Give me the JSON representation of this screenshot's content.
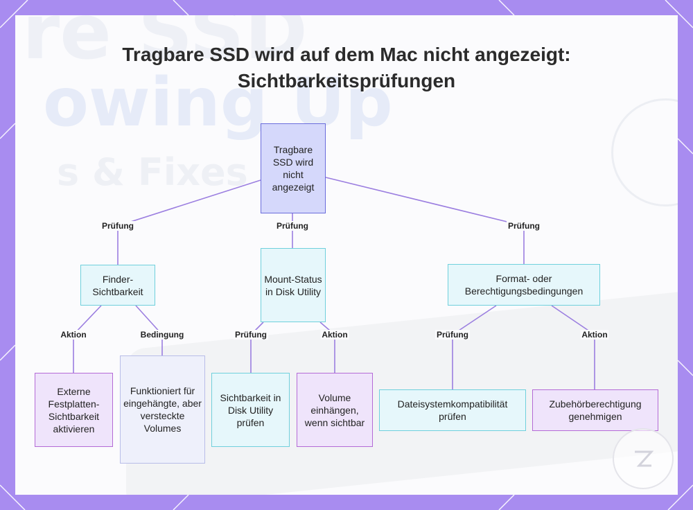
{
  "title": "Tragbare SSD wird auf dem Mac nicht angezeigt: Sichtbarkeitsprüfungen",
  "background_text": {
    "line1": "re SSD",
    "line2": "owing Up",
    "line3": "s & Fixes"
  },
  "colors": {
    "frame": "#a88cf0",
    "root_fill": "#d5d8fb",
    "check_fill": "#e6f7fb",
    "action_fill": "#efe4fb",
    "edge": "#9b7ee0"
  },
  "nodes": {
    "root": "Tragbare SSD wird nicht angezeigt",
    "finder": "Finder-Sichtbarkeit",
    "mount": "Mount-Status in Disk Utility",
    "format": "Format- oder Berechtigungsbedingungen",
    "enable_external": "Externe Festplatten-Sichtbarkeit aktivieren",
    "mounted_hidden": "Funktioniert für eingehängte, aber versteckte Volumes",
    "check_visibility": "Sichtbarkeit in Disk Utility prüfen",
    "mount_volume": "Volume einhängen, wenn sichtbar",
    "fs_compat": "Dateisystemkompatibilität prüfen",
    "accessory_perm": "Zubehörberechtigung genehmigen"
  },
  "edge_labels": {
    "root_finder": "Prüfung",
    "root_mount": "Prüfung",
    "root_format": "Prüfung",
    "finder_enable": "Aktion",
    "finder_hidden": "Bedingung",
    "mount_check": "Prüfung",
    "mount_volume": "Aktion",
    "format_fs": "Prüfung",
    "format_accessory": "Aktion"
  },
  "icons": {
    "watermark": "logo-icon"
  }
}
